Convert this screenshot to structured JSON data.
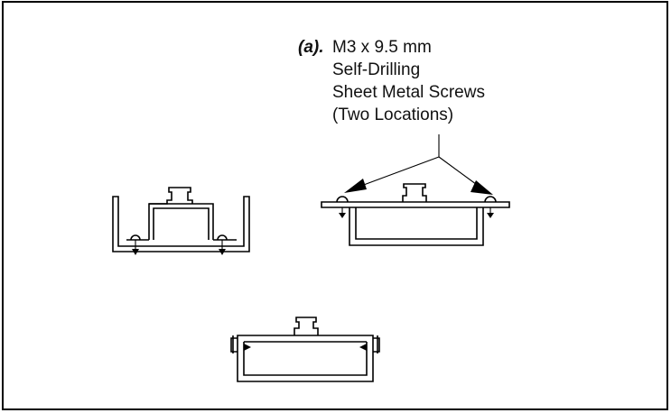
{
  "callout": {
    "tag": "(a).",
    "lines": [
      "M3 x 9.5 mm",
      "Self-Drilling",
      "Sheet Metal Screws",
      "(Two Locations)"
    ]
  },
  "colors": {
    "line": "#000000",
    "background": "#ffffff"
  }
}
